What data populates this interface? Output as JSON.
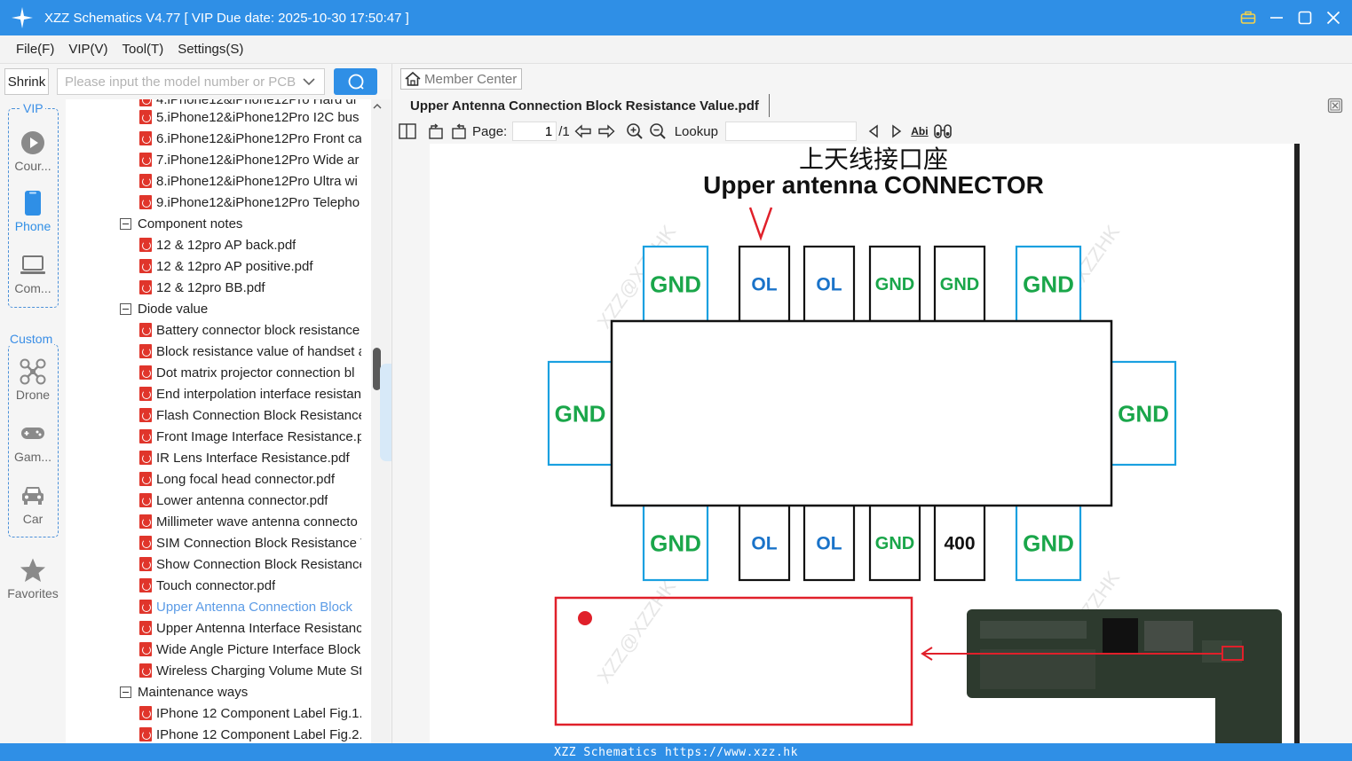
{
  "window": {
    "title": "XZZ Schematics V4.77 [ VIP Due date: 2025-10-30 17:50:47 ]",
    "accent": "#2f8fe6"
  },
  "menu": [
    "File(F)",
    "VIP(V)",
    "Tool(T)",
    "Settings(S)"
  ],
  "search": {
    "shrink_label": "Shrink",
    "placeholder": "Please input the model number or PCB",
    "icon": "search-icon"
  },
  "categories": {
    "vip_label": "VIP",
    "custom_label": "Custom",
    "items": [
      {
        "label": "Cour...",
        "icon": "play-icon"
      },
      {
        "label": "Phone",
        "icon": "phone-icon"
      },
      {
        "label": "Com...",
        "icon": "laptop-icon"
      },
      {
        "label": "Drone",
        "icon": "drone-icon"
      },
      {
        "label": "Gam...",
        "icon": "gamepad-icon"
      },
      {
        "label": "Car",
        "icon": "car-icon"
      },
      {
        "label": "Favorites",
        "icon": "star-icon"
      }
    ]
  },
  "tree": {
    "top_cut": "4.iPhone12&iPhone12Pro Hard di",
    "items": [
      {
        "kind": "file",
        "label": "5.iPhone12&iPhone12Pro I2C bus"
      },
      {
        "kind": "file",
        "label": "6.iPhone12&iPhone12Pro Front ca"
      },
      {
        "kind": "file",
        "label": "7.iPhone12&iPhone12Pro Wide ar"
      },
      {
        "kind": "file",
        "label": "8.iPhone12&iPhone12Pro Ultra wi"
      },
      {
        "kind": "file",
        "label": "9.iPhone12&iPhone12Pro Telepho"
      },
      {
        "kind": "folder",
        "label": "Component notes"
      },
      {
        "kind": "file",
        "label": "12 & 12pro AP back.pdf"
      },
      {
        "kind": "file",
        "label": "12 & 12pro AP positive.pdf"
      },
      {
        "kind": "file",
        "label": "12 & 12pro BB.pdf"
      },
      {
        "kind": "folder",
        "label": "Diode value"
      },
      {
        "kind": "file",
        "label": "Battery connector block resistance"
      },
      {
        "kind": "file",
        "label": "Block resistance value of handset a"
      },
      {
        "kind": "file",
        "label": "Dot matrix projector connection bl"
      },
      {
        "kind": "file",
        "label": "End interpolation interface resistan"
      },
      {
        "kind": "file",
        "label": "Flash Connection Block Resistance"
      },
      {
        "kind": "file",
        "label": "Front Image Interface Resistance.p"
      },
      {
        "kind": "file",
        "label": "IR Lens Interface Resistance.pdf"
      },
      {
        "kind": "file",
        "label": "Long focal head connector.pdf"
      },
      {
        "kind": "file",
        "label": "Lower antenna connector.pdf"
      },
      {
        "kind": "file",
        "label": "Millimeter wave antenna connecto"
      },
      {
        "kind": "file",
        "label": "SIM Connection Block Resistance V"
      },
      {
        "kind": "file",
        "label": "Show Connection Block Resistance"
      },
      {
        "kind": "file",
        "label": "Touch connector.pdf"
      },
      {
        "kind": "file",
        "label": "Upper Antenna Connection Block",
        "selected": true
      },
      {
        "kind": "file",
        "label": "Upper Antenna Interface Resistanc"
      },
      {
        "kind": "file",
        "label": "Wide Angle Picture Interface Block"
      },
      {
        "kind": "file",
        "label": "Wireless Charging Volume Mute St"
      },
      {
        "kind": "folder",
        "label": "Maintenance ways"
      },
      {
        "kind": "file",
        "label": "IPhone 12 Component Label Fig.1."
      },
      {
        "kind": "file",
        "label": "IPhone 12 Component Label Fig.2."
      }
    ]
  },
  "viewer": {
    "member_center": "Member Center",
    "tab_title": "Upper Antenna Connection Block Resistance Value.pdf",
    "page_label": "Page:",
    "page_value": "1",
    "page_total": "/1",
    "lookup_label": "Lookup",
    "abi_label": "Abi"
  },
  "schematic": {
    "title_cn": "上天线接口座",
    "title_en": "Upper  antenna CONNECTOR",
    "watermark": "XZZ@XZZHK",
    "top_pins": [
      "GND",
      "OL",
      "OL",
      "GND",
      "GND",
      "GND"
    ],
    "bottom_pins": [
      "GND",
      "OL",
      "OL",
      "GND",
      "400",
      "GND"
    ],
    "left_pin": "GND",
    "right_pin": "GND",
    "colors": {
      "gnd": "#1aa64a",
      "ol": "#1a73c9",
      "blue_box": "#1aa0e0",
      "red": "#e0202a"
    }
  },
  "statusbar": {
    "text": "XZZ Schematics https://www.xzz.hk"
  }
}
